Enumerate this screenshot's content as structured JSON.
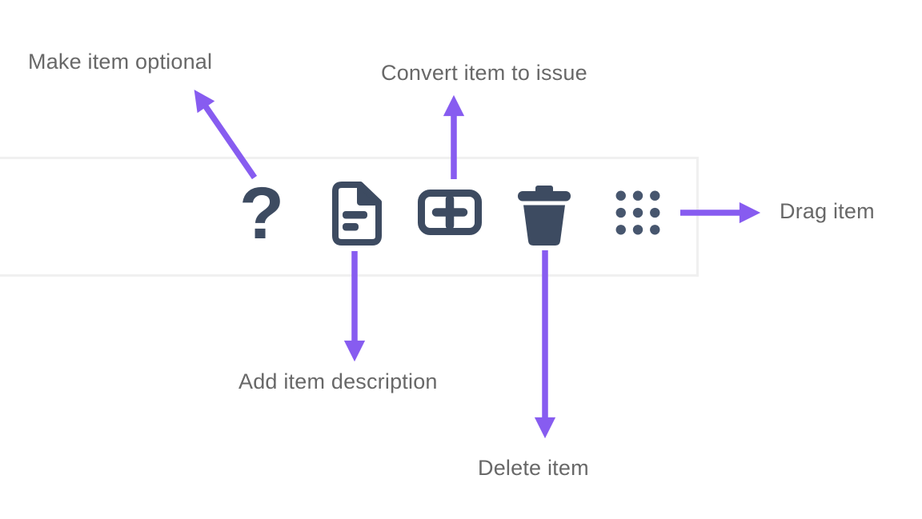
{
  "colors": {
    "page_bg": "#ffffff",
    "toolbar_bg": "#ffffff",
    "toolbar_border": "#f0f0f0",
    "icon": "#3d4b61",
    "icon_dots": "#47566e",
    "arrow": "#875cf0",
    "label_text": "#686868"
  },
  "toolbar": {
    "question_glyph": "?",
    "buttons": [
      {
        "id": "make-optional",
        "icon": "question-mark-icon"
      },
      {
        "id": "add-description",
        "icon": "document-text-icon"
      },
      {
        "id": "convert-to-issue",
        "icon": "plus-box-icon"
      },
      {
        "id": "delete",
        "icon": "trash-icon"
      },
      {
        "id": "drag",
        "icon": "drag-grid-icon"
      }
    ]
  },
  "annotations": {
    "make_optional": "Make item optional",
    "convert_to_issue": "Convert item to issue",
    "add_description": "Add item description",
    "delete_item": "Delete item",
    "drag_item": "Drag item"
  }
}
